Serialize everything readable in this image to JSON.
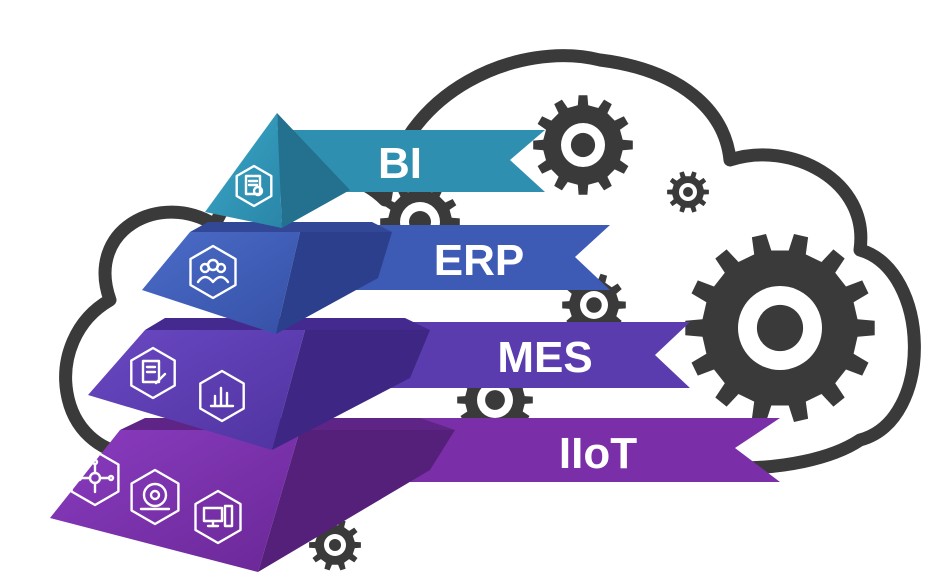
{
  "colors": {
    "cloud_stroke": "#3a3a3a",
    "gear": "#3a3a3a",
    "icon_line": "#ffffff",
    "bi": "#2f8fb0",
    "erp": "#3d5bb5",
    "mes": "#5a3cae",
    "iiot": "#7a2fa8"
  },
  "layers": [
    {
      "label": "BI",
      "icons": [
        "report-icon"
      ]
    },
    {
      "label": "ERP",
      "icons": [
        "users-group-icon"
      ]
    },
    {
      "label": "MES",
      "icons": [
        "document-edit-icon",
        "bar-chart-icon"
      ]
    },
    {
      "label": "IIoT",
      "icons": [
        "circuit-icon",
        "saw-blade-icon",
        "computer-icon"
      ]
    }
  ],
  "gear_icons": [
    "gear-icon",
    "gear-icon",
    "gear-icon",
    "gear-icon",
    "gear-icon",
    "gear-icon",
    "gear-icon"
  ]
}
